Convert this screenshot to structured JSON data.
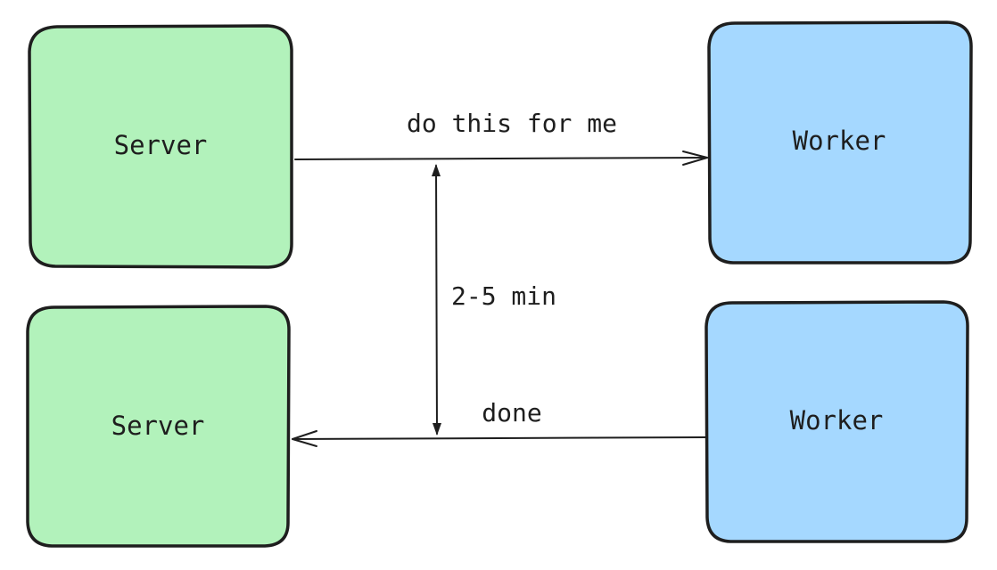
{
  "nodes": {
    "server_top": {
      "label": "Server"
    },
    "worker_top": {
      "label": "Worker"
    },
    "server_bottom": {
      "label": "Server"
    },
    "worker_bottom": {
      "label": "Worker"
    }
  },
  "edges": {
    "request": {
      "label": "do this for me"
    },
    "duration": {
      "label": "2-5 min"
    },
    "response": {
      "label": "done"
    }
  },
  "colors": {
    "server_fill": "#b2f2bb",
    "worker_fill": "#a5d8ff",
    "stroke": "#1e1e1e"
  }
}
